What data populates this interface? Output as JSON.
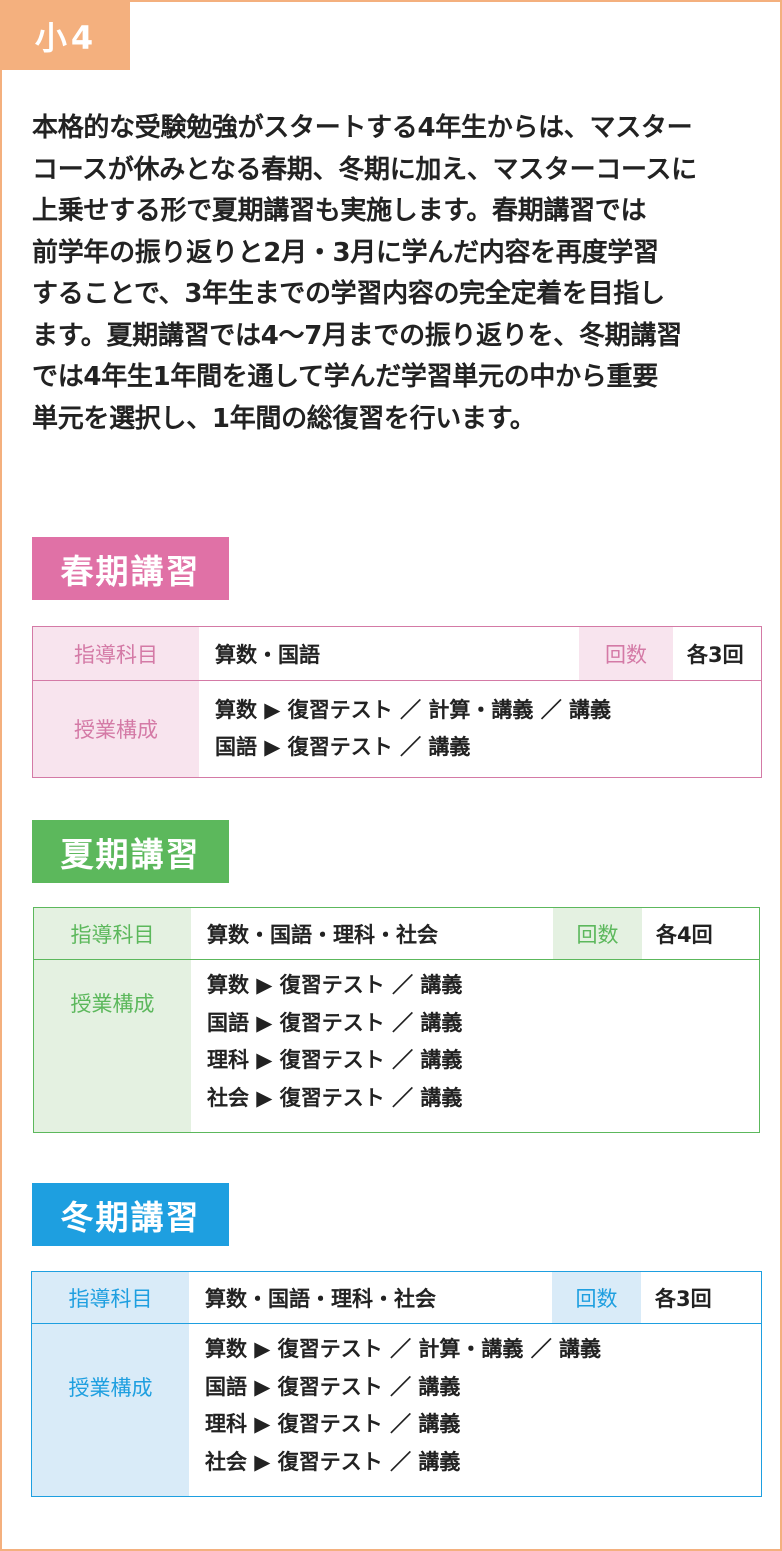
{
  "grade_label": "小4",
  "intro_lines": [
    "本格的な受験勉強がスタートする4年生からは、マスター",
    "コースが休みとなる春期、冬期に加え、マスターコースに",
    "上乗せする形で夏期講習も実施します。春期講習では",
    "前学年の振り返りと2月・3月に学んだ内容を再度学習",
    "することで、3年生までの学習内容の完全定着を目指し",
    "ます。夏期講習では4～7月までの振り返りを、冬期講習",
    "では4年生1年間を通して学んだ学習単元の中から重要",
    "単元を選択し、1年間の総復習を行います。"
  ],
  "labels": {
    "subjects": "指導科目",
    "count": "回数",
    "structure": "授業構成"
  },
  "sections": [
    {
      "title": "春期講習",
      "color": "#e071a6",
      "light": "#f8e4ee",
      "border": "#d47aa6",
      "subjects": "算数・国語",
      "count": "各3回",
      "structure": [
        "算数 ▶ 復習テスト ／ 計算・講義 ／ 講義",
        "国語 ▶ 復習テスト ／ 講義"
      ]
    },
    {
      "title": "夏期講習",
      "color": "#5cb85c",
      "light": "#e4f1e1",
      "border": "#5cb85c",
      "subjects": "算数・国語・理科・社会",
      "count": "各4回",
      "structure": [
        "算数 ▶ 復習テスト ／ 講義",
        "国語 ▶ 復習テスト ／ 講義",
        "理科 ▶ 復習テスト ／ 講義",
        "社会 ▶ 復習テスト ／ 講義"
      ]
    },
    {
      "title": "冬期講習",
      "color": "#1e9fe0",
      "light": "#d9ebf8",
      "border": "#1e9fe0",
      "subjects": "算数・国語・理科・社会",
      "count": "各3回",
      "structure": [
        "算数 ▶ 復習テスト ／ 計算・講義 ／ 講義",
        "国語 ▶ 復習テスト ／ 講義",
        "理科 ▶ 復習テスト ／ 講義",
        "社会 ▶ 復習テスト ／ 講義"
      ]
    }
  ]
}
